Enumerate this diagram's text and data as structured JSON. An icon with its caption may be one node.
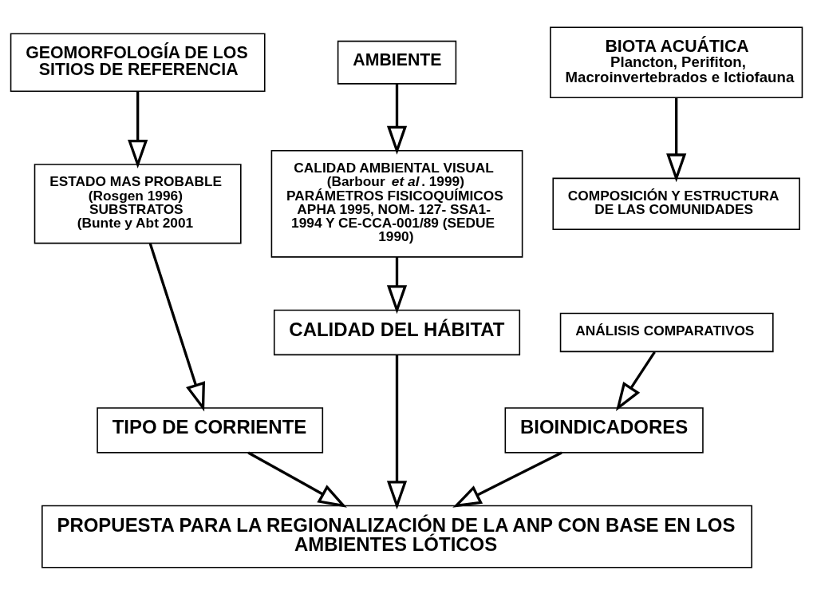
{
  "diagram": {
    "nodes": [
      {
        "text": [
          "GEOMORFOLOGÍA DE LOS SITIOS DE REFERENCIA"
        ]
      },
      {
        "text": [
          "AMBIENTE"
        ]
      },
      {
        "text": [
          "BIOTA ACUÁTICA",
          "Plancton, Perifiton, Macroinvertebrados e Ictiofauna"
        ]
      },
      {
        "text": [
          "ESTADO MAS PROBABLE",
          "(Rosgen 1996)",
          "SUBSTRATOS",
          "(Bunte y Abt 2001"
        ]
      },
      {
        "text": [
          "CALIDAD AMBIENTAL VISUAL",
          "(Barbour *et al*. 1999)",
          "PARÁMETROS FISICOQUÍMICOS",
          "APHA 1995, NOM- 127- SSA1- 1994 Y CE-CCA-001/89 (SEDUE 1990)"
        ]
      },
      {
        "text": [
          "COMPOSICIÓN Y ESTRUCTURA DE LAS COMUNIDADES"
        ]
      },
      {
        "text": [
          "ANÁLISIS COMPARATIVOS"
        ]
      },
      {
        "text": [
          "TIPO DE CORRIENTE"
        ]
      },
      {
        "text": [
          "CALIDAD DEL HÁBITAT"
        ]
      },
      {
        "text": [
          "BIOINDICADORES"
        ]
      },
      {
        "text": [
          "PROPUESTA PARA LA REGIONALIZACIÓN DE LA ANP CON BASE EN LOS AMBIENTES LÓTICOS"
        ]
      }
    ],
    "edges": [
      {
        "from": 0,
        "to": 3,
        "arrow": "to"
      },
      {
        "from": 1,
        "to": 4,
        "arrow": "to"
      },
      {
        "from": 2,
        "to": 5,
        "arrow": "to"
      },
      {
        "from": 3,
        "to": 7,
        "arrow": "to"
      },
      {
        "from": 4,
        "to": 8,
        "arrow": "to"
      },
      {
        "from": 6,
        "to": 9,
        "arrow": "to"
      },
      {
        "from": 7,
        "to": 10,
        "arrow": "to"
      },
      {
        "from": 8,
        "to": 10,
        "arrow": "to"
      },
      {
        "from": 9,
        "to": 10,
        "arrow": "to"
      }
    ]
  }
}
